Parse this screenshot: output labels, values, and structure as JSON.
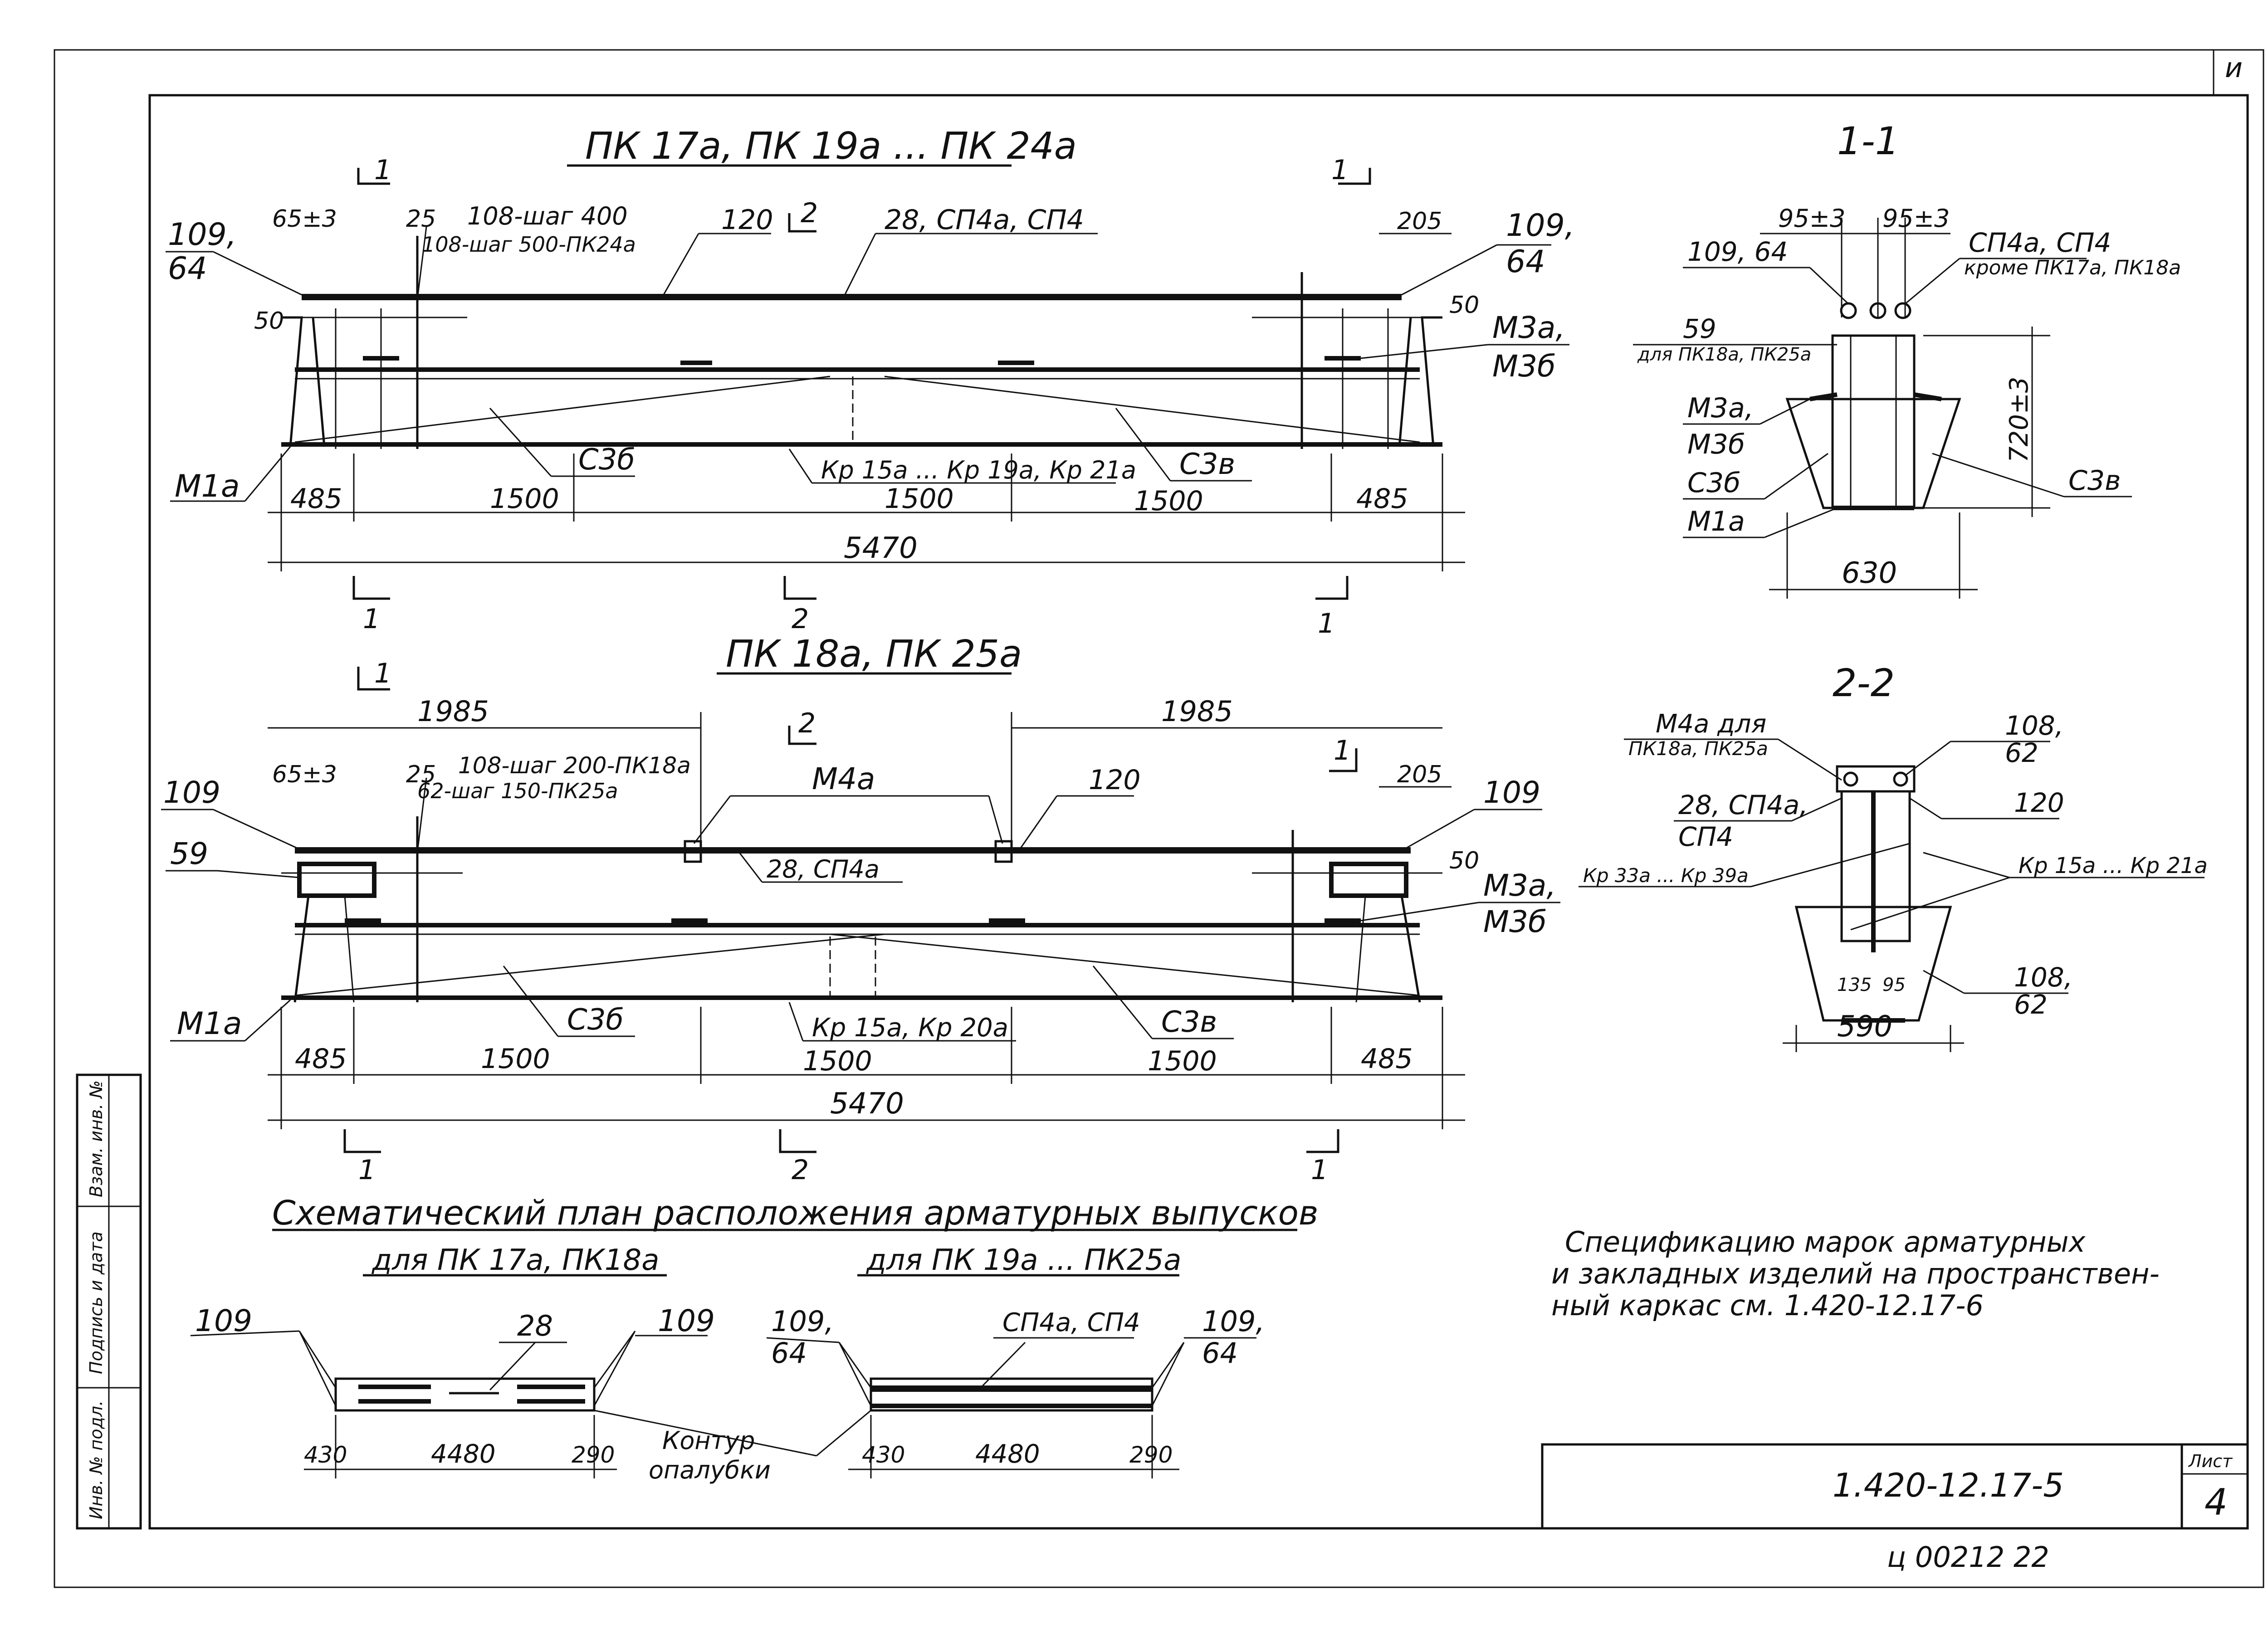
{
  "corner_mark": "и",
  "beam1": {
    "title": "ПК 17а, ПК 19а ... ПК 24а",
    "cut_1": "1",
    "cut_2": "2",
    "left_tag_top": "109,",
    "left_tag_bottom": "64",
    "right_tag_top": "109,",
    "right_tag_bottom": "64",
    "dim_6523": "65±3",
    "dim_25": "25",
    "dim_205": "205",
    "dim_50_left": "50",
    "dim_50_right": "50",
    "callout_108a": "108-шаг 400",
    "callout_108b": "108-шаг 500-ПК24а",
    "callout_120": "120",
    "callout_28": "28, СП4а, СП4",
    "m3a": "М3а,",
    "m3b": "М3б",
    "m1a": "М1а",
    "c3b_left": "С3б",
    "kr": "Кр 15а ... Кр 19а, Кр 21а",
    "c3v_right": "С3в",
    "seg": [
      "485",
      "1500",
      "1500",
      "1500",
      "485"
    ],
    "total": "5470"
  },
  "beam2": {
    "title": "ПК 18а, ПК 25а",
    "cut_1": "1",
    "cut_2": "2",
    "top_left": "1985",
    "top_right": "1985",
    "dim_6523": "65±3",
    "dim_25": "25",
    "dim_205": "205",
    "dim_50": "50",
    "callout_108": "108-шаг 200-ПК18а",
    "callout_62": "62-шаг 150-ПК25а",
    "m4a": "М4а",
    "callout_120": "120",
    "left_109": "109",
    "right_109": "109",
    "callout_59": "59",
    "callout_28": "28, СП4а",
    "m3a": "М3а,",
    "m3b": "М3б",
    "m1a": "М1а",
    "c3b": "С3б",
    "kr": "Кр 15а, Кр 20а",
    "c3v": "С3в",
    "seg": [
      "485",
      "1500",
      "1500",
      "1500",
      "485"
    ],
    "total": "5470"
  },
  "section11": {
    "title": "1-1",
    "d1": "95±3",
    "d2": "95±3",
    "l109_64": "109, 64",
    "sp4": "СП4а, СП4",
    "sp4_note": "кроме ПК17а, ПК18а",
    "l59": "59",
    "l59_note": "для ПК18а, ПК25а",
    "m3a": "М3а,",
    "m3b": "М3б",
    "c3b": "С3б",
    "m1a": "М1а",
    "height": "720±3",
    "c3v": "С3в",
    "width": "630"
  },
  "section22": {
    "title": "2-2",
    "m4a": "М4а для",
    "m4a_note": "ПК18а, ПК25а",
    "r108_top": "108,",
    "r62_top": "62",
    "l28": "28, СП4а,",
    "l_sp4": "СП4",
    "r120": "120",
    "kr_left": "Кр 33а ... Кр 39а",
    "kr_right": "Кр 15а ... Кр 21а",
    "r108_bot": "108,",
    "r62_bot": "62",
    "d135": "135",
    "d95": "95",
    "width": "590"
  },
  "scheme": {
    "title": "Схематический план расположения арматурных выпусков",
    "left_sub": "для ПК 17а, ПК18а",
    "right_sub": "для ПК 19а ... ПК25а",
    "l_109a": "109",
    "l_28": "28",
    "l_109b": "109",
    "l_dims": [
      "430",
      "4480",
      "290"
    ],
    "contour_1": "Контур",
    "contour_2": "опалубки",
    "r_109a": "109,",
    "r_64a": "64",
    "r_sp4": "СП4а, СП4",
    "r_109b": "109,",
    "r_64b": "64",
    "r_dims": [
      "430",
      "4480",
      "290"
    ]
  },
  "note": {
    "line1": "Спецификацию марок арматурных",
    "line2": "и закладных изделий на пространствен-",
    "line3": "ный каркас см. 1.420-12.17-6"
  },
  "stamp": {
    "code": "1.420-12.17-5",
    "sheet_label": "Лист",
    "sheet_no": "4"
  },
  "side_labels": [
    "Инв. № подл.",
    "Подпись и дата",
    "Взам. инв. №"
  ],
  "footer_code": "ц 00212 22"
}
